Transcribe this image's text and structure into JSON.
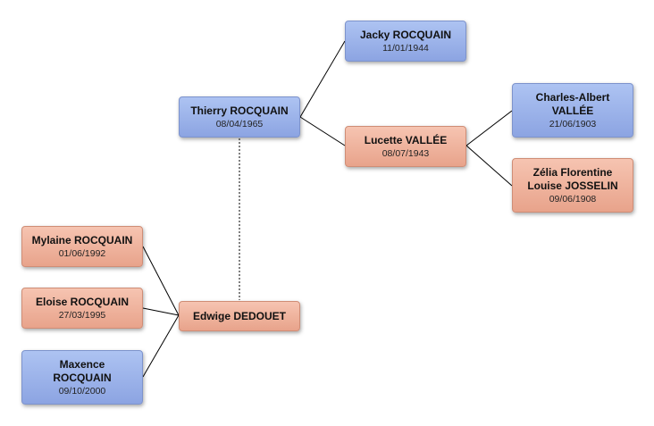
{
  "people": {
    "jacky": {
      "name": "Jacky ROCQUAIN",
      "date": "11/01/1944"
    },
    "thierry": {
      "name": "Thierry ROCQUAIN",
      "date": "08/04/1965"
    },
    "lucette": {
      "name": "Lucette VALLÉE",
      "date": "08/07/1943"
    },
    "charles": {
      "name": "Charles-Albert VALLÉE",
      "date": "21/06/1903"
    },
    "zelia": {
      "name": "Zélia Florentine Louise JOSSELIN",
      "date": "09/06/1908"
    },
    "mylaine": {
      "name": "Mylaine ROCQUAIN",
      "date": "01/06/1992"
    },
    "eloise": {
      "name": "Eloise ROCQUAIN",
      "date": "27/03/1995"
    },
    "maxence": {
      "name": "Maxence ROCQUAIN",
      "date": "09/10/2000"
    },
    "edwige": {
      "name": "Edwige DEDOUET",
      "date": ""
    }
  },
  "colors": {
    "male": "#9bb2ea",
    "female": "#efb19a",
    "line": "#000000"
  }
}
